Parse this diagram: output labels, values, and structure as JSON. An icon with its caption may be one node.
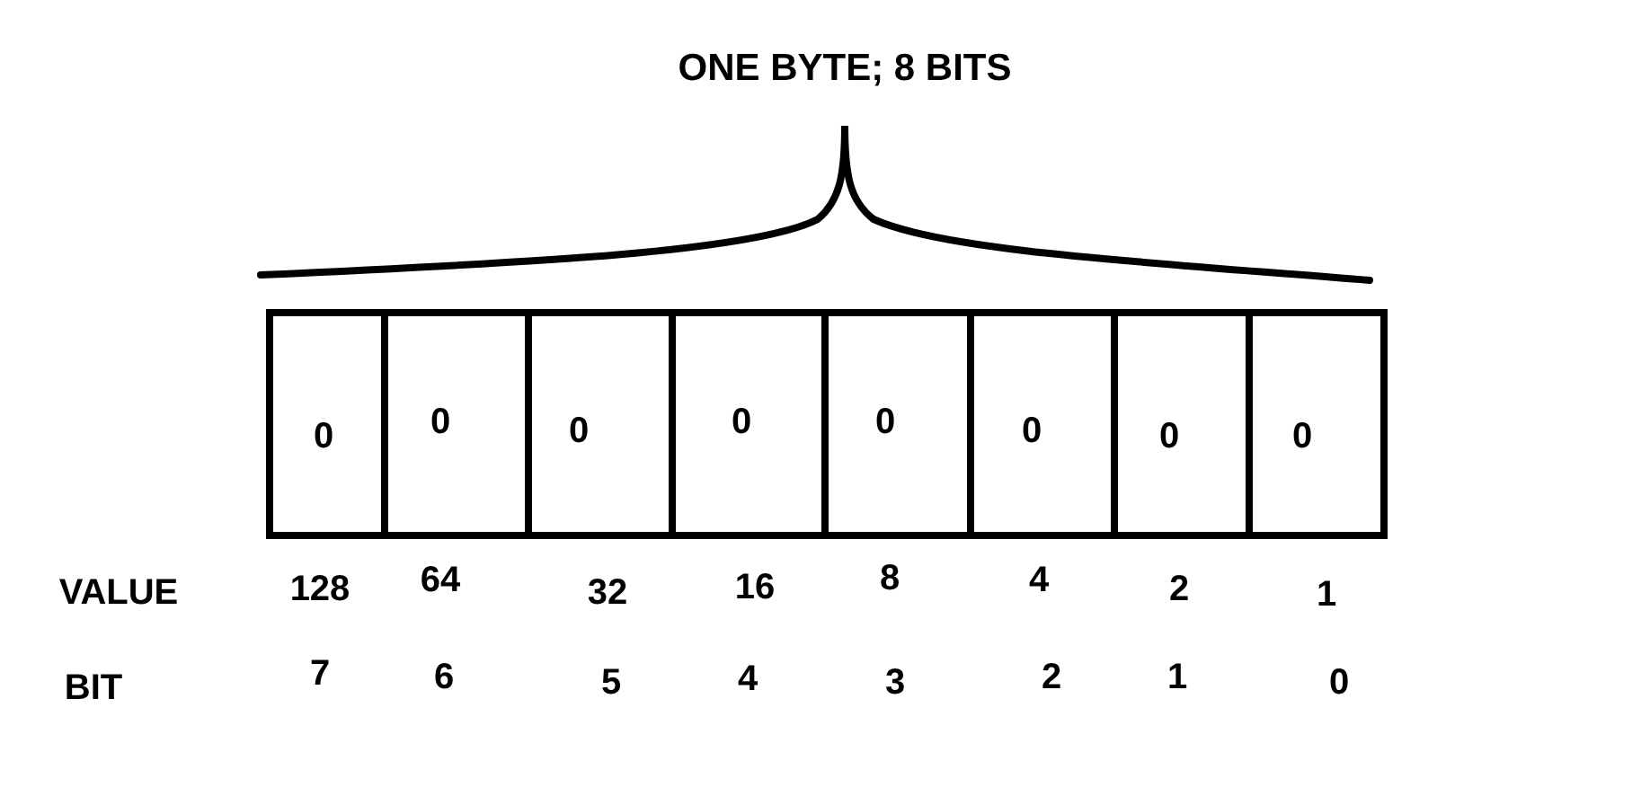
{
  "diagram": {
    "title": "ONE BYTE; 8 BITS",
    "nodes": [
      {
        "text": [
          "0"
        ]
      },
      {
        "text": [
          "0"
        ]
      },
      {
        "text": [
          "0"
        ]
      },
      {
        "text": [
          "0"
        ]
      },
      {
        "text": [
          "0"
        ]
      },
      {
        "text": [
          "0"
        ]
      },
      {
        "text": [
          "0"
        ]
      },
      {
        "text": [
          "0"
        ]
      }
    ],
    "edges": [],
    "labels": [
      "VALUE",
      "128",
      "64",
      "32",
      "16",
      "8",
      "4",
      "2",
      "1",
      "BIT",
      "7",
      "6",
      "5",
      "4",
      "3",
      "2",
      "1",
      "0"
    ]
  }
}
